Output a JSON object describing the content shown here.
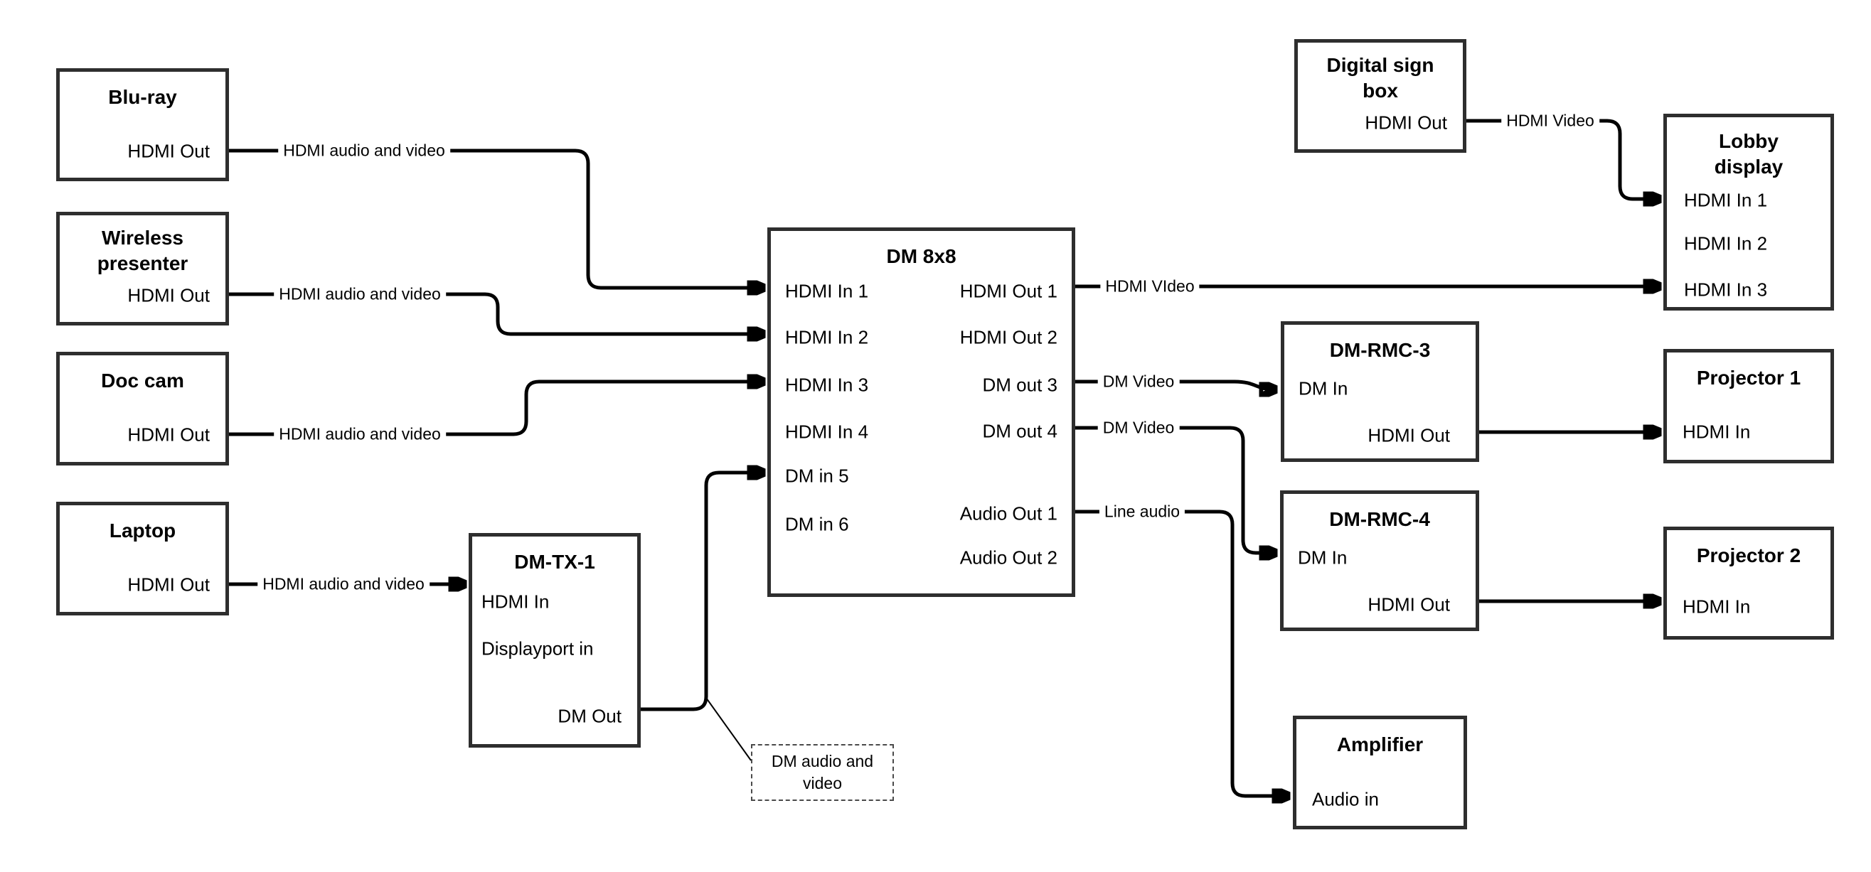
{
  "diagram": {
    "background": "#ffffff",
    "box_border_color": "#2e2e2e",
    "wire_color": "#000000"
  },
  "nodes": {
    "bluray": {
      "title": "Blu-ray",
      "port_hdmi_out": "HDMI Out"
    },
    "wireless": {
      "title": "Wireless\npresenter",
      "port_hdmi_out": "HDMI Out"
    },
    "doccam": {
      "title": "Doc cam",
      "port_hdmi_out": "HDMI Out"
    },
    "laptop": {
      "title": "Laptop",
      "port_hdmi_out": "HDMI Out"
    },
    "dmtx1": {
      "title": "DM-TX-1",
      "port_hdmi_in": "HDMI In",
      "port_displayport_in": "Displayport in",
      "port_dm_out": "DM Out"
    },
    "dm8x8": {
      "title": "DM 8x8",
      "in1": "HDMI In 1",
      "in2": "HDMI In 2",
      "in3": "HDMI In 3",
      "in4": "HDMI In 4",
      "in5": "DM in 5",
      "in6": "DM in 6",
      "out1": "HDMI Out 1",
      "out2": "HDMI Out 2",
      "out3": "DM out 3",
      "out4": "DM out 4",
      "aout1": "Audio Out 1",
      "aout2": "Audio Out 2"
    },
    "signbox": {
      "title": "Digital sign\nbox",
      "port_hdmi_out": "HDMI Out"
    },
    "lobby": {
      "title": "Lobby\ndisplay",
      "in1": "HDMI In 1",
      "in2": "HDMI In 2",
      "in3": "HDMI In 3"
    },
    "rmc3": {
      "title": "DM-RMC-3",
      "port_dm_in": "DM In",
      "port_hdmi_out": "HDMI Out"
    },
    "rmc4": {
      "title": "DM-RMC-4",
      "port_dm_in": "DM In",
      "port_hdmi_out": "HDMI Out"
    },
    "proj1": {
      "title": "Projector 1",
      "port_hdmi_in": "HDMI In"
    },
    "proj2": {
      "title": "Projector 2",
      "port_hdmi_in": "HDMI In"
    },
    "amp": {
      "title": "Amplifier",
      "port_audio_in": "Audio in"
    }
  },
  "wire_labels": {
    "bluray_feed": "HDMI audio and video",
    "wireless_feed": "HDMI audio and video",
    "doccam_feed": "HDMI audio and video",
    "laptop_feed": "HDMI audio and video",
    "hdmi_out1_feed": "HDMI VIdeo",
    "signbox_feed": "HDMI Video",
    "dm_out3_feed": "DM Video",
    "dm_out4_feed": "DM Video",
    "audio_out1_feed": "Line audio",
    "callout": "DM audio and\nvideo"
  }
}
